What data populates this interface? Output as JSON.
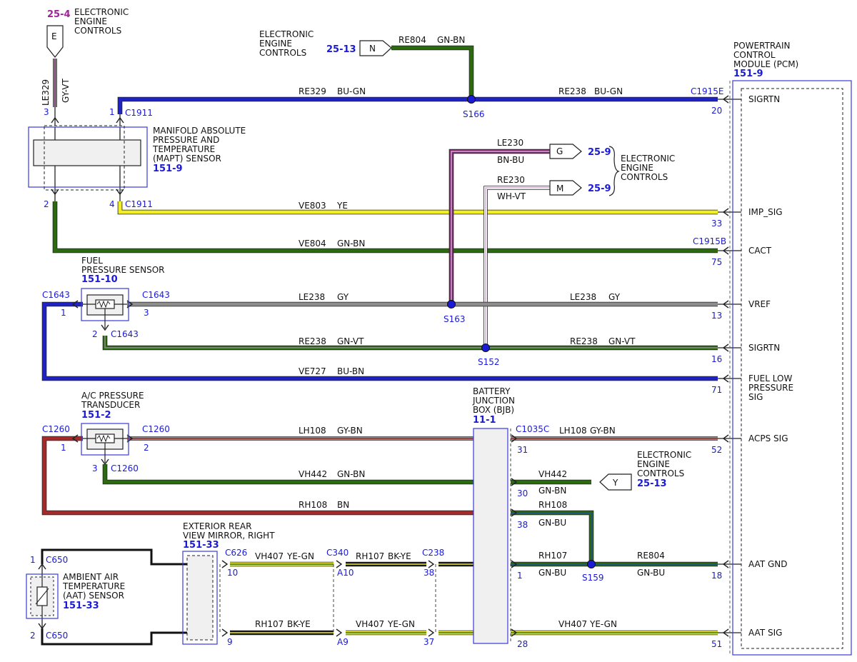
{
  "colors": {
    "blue": "#1f22c4",
    "green": "#2c6a10",
    "yellow": "#f2ee24",
    "gray": "#8d8d8d",
    "red": "#a52a2a",
    "black": "#111111",
    "purple": "#7d2a6e",
    "pink_wire": "#d6a8d6",
    "conn_text": "#1a1ad8"
  },
  "components": {
    "ece_top": {
      "ref": "25-4",
      "line1": "ELECTRONIC",
      "line2": "ENGINE",
      "line3": "CONTROLS",
      "letter": "E"
    },
    "ece_n": {
      "ref": "25-13",
      "line1": "ELECTRONIC",
      "line2": "ENGINE",
      "line3": "CONTROLS",
      "letter": "N"
    },
    "pcm": {
      "line1": "POWERTRAIN",
      "line2": "CONTROL",
      "line3": "MODULE (PCM)",
      "ref": "151-9"
    },
    "mapt": {
      "line1": "MANIFOLD ABSOLUTE",
      "line2": "PRESSURE AND",
      "line3": "TEMPERATURE",
      "line4": "(MAPT) SENSOR",
      "ref": "151-9"
    },
    "ece_gm": {
      "line1": "ELECTRONIC",
      "line2": "ENGINE",
      "line3": "CONTROLS",
      "letter_g": "G",
      "ref_g": "25-9",
      "letter_m": "M",
      "ref_m": "25-9"
    },
    "fuel_sensor": {
      "line1": "FUEL",
      "line2": "PRESSURE SENSOR",
      "ref": "151-10"
    },
    "ac_sensor": {
      "line1": "A/C PRESSURE",
      "line2": "TRANSDUCER",
      "ref": "151-2"
    },
    "bjb": {
      "line1": "BATTERY",
      "line2": "JUNCTION",
      "line3": "BOX (BJB)",
      "ref": "11-1"
    },
    "ece_y": {
      "line1": "ELECTRONIC",
      "line2": "ENGINE",
      "line3": "CONTROLS",
      "ref": "25-13",
      "letter": "Y"
    },
    "mirror": {
      "line1": "EXTERIOR REAR",
      "line2": "VIEW MIRROR, RIGHT",
      "ref": "151-33"
    },
    "aat": {
      "line1": "AMBIENT AIR",
      "line2": "TEMPERATURE",
      "line3": "(AAT) SENSOR",
      "ref": "151-33"
    }
  },
  "pcm_pins": [
    {
      "label": "SIGRTN",
      "pin": "20"
    },
    {
      "label": "IMP_SIG",
      "pin": "33"
    },
    {
      "label": "CACT",
      "pin": "75"
    },
    {
      "label": "VREF",
      "pin": "13"
    },
    {
      "label": "SIGRTN",
      "pin": "16"
    },
    {
      "label": "FUEL LOW",
      "label2": "PRESSURE",
      "label3": "SIG",
      "pin": "71"
    },
    {
      "label": "ACPS SIG",
      "pin": "52"
    },
    {
      "label": "AAT GND",
      "pin": "18"
    },
    {
      "label": "AAT SIG",
      "pin": "51"
    }
  ],
  "connectors": {
    "c1915e": "C1915E",
    "c1915b": "C1915B",
    "c1911a": "C1911",
    "c1911b": "C1911",
    "c1643a": "C1643",
    "c1643b": "C1643",
    "c1643c": "C1643",
    "c1260a": "C1260",
    "c1260b": "C1260",
    "c1260c": "C1260",
    "c1035c": "C1035C",
    "c650a": "C650",
    "c650b": "C650",
    "c626": "C626",
    "c340": "C340",
    "c238": "C238"
  },
  "pins": {
    "mapt3": "3",
    "mapt1": "1",
    "mapt2": "2",
    "mapt4": "4",
    "fp1": "1",
    "fp3": "3",
    "fp2": "2",
    "ac1": "1",
    "ac2": "2",
    "ac3": "3",
    "bjb31": "31",
    "bjb30": "30",
    "bjb38": "38",
    "bjb1": "1",
    "bjb28": "28",
    "aat1": "1",
    "aat2": "2",
    "c626_10": "10",
    "c626_9": "9",
    "c340_a10": "A10",
    "c340_a9": "A9",
    "c238_38": "38",
    "c238_37": "37"
  },
  "splices": {
    "s166": "S166",
    "s163": "S163",
    "s152": "S152",
    "s159": "S159"
  },
  "wires": {
    "le329": {
      "circuit": "LE329",
      "color": "GY-VT"
    },
    "re804_top": {
      "circuit": "RE804",
      "color": "GN-BN"
    },
    "re329": {
      "circuit": "RE329",
      "color": "BU-GN"
    },
    "re238_top": {
      "circuit": "RE238",
      "color": "BU-GN"
    },
    "le230": {
      "circuit": "LE230",
      "color": "BN-BU"
    },
    "re230": {
      "circuit": "RE230",
      "color": "WH-VT"
    },
    "ve803": {
      "circuit": "VE803",
      "color": "YE"
    },
    "ve804": {
      "circuit": "VE804",
      "color": "GN-BN"
    },
    "le238_a": {
      "circuit": "LE238",
      "color": "GY"
    },
    "le238_b": {
      "circuit": "LE238",
      "color": "GY"
    },
    "re238_a": {
      "circuit": "RE238",
      "color": "GN-VT"
    },
    "re238_b": {
      "circuit": "RE238",
      "color": "GN-VT"
    },
    "ve727": {
      "circuit": "VE727",
      "color": "BU-BN"
    },
    "lh108_a": {
      "circuit": "LH108",
      "color": "GY-BN"
    },
    "lh108_b": {
      "circuit": "LH108",
      "color": "GY-BN"
    },
    "vh442_a": {
      "circuit": "VH442",
      "color": "GN-BN"
    },
    "vh442_b": {
      "circuit": "VH442",
      "color": "GN-BN"
    },
    "rh108_a": {
      "circuit": "RH108",
      "color": "BN"
    },
    "rh108_b": {
      "circuit": "RH108",
      "color": "GN-BU"
    },
    "vh407_a": {
      "circuit": "VH407",
      "color": "YE-GN"
    },
    "rh107_a": {
      "circuit": "RH107",
      "color": "BK-YE"
    },
    "rh107_b": {
      "circuit": "RH107",
      "color": "GN-BU"
    },
    "re804_b": {
      "circuit": "RE804",
      "color": "GN-BU"
    },
    "rh107_c": {
      "circuit": "RH107",
      "color": "BK-YE"
    },
    "vh407_b": {
      "circuit": "VH407",
      "color": "YE-GN"
    },
    "vh407_c": {
      "circuit": "VH407",
      "color": "YE-GN"
    }
  }
}
